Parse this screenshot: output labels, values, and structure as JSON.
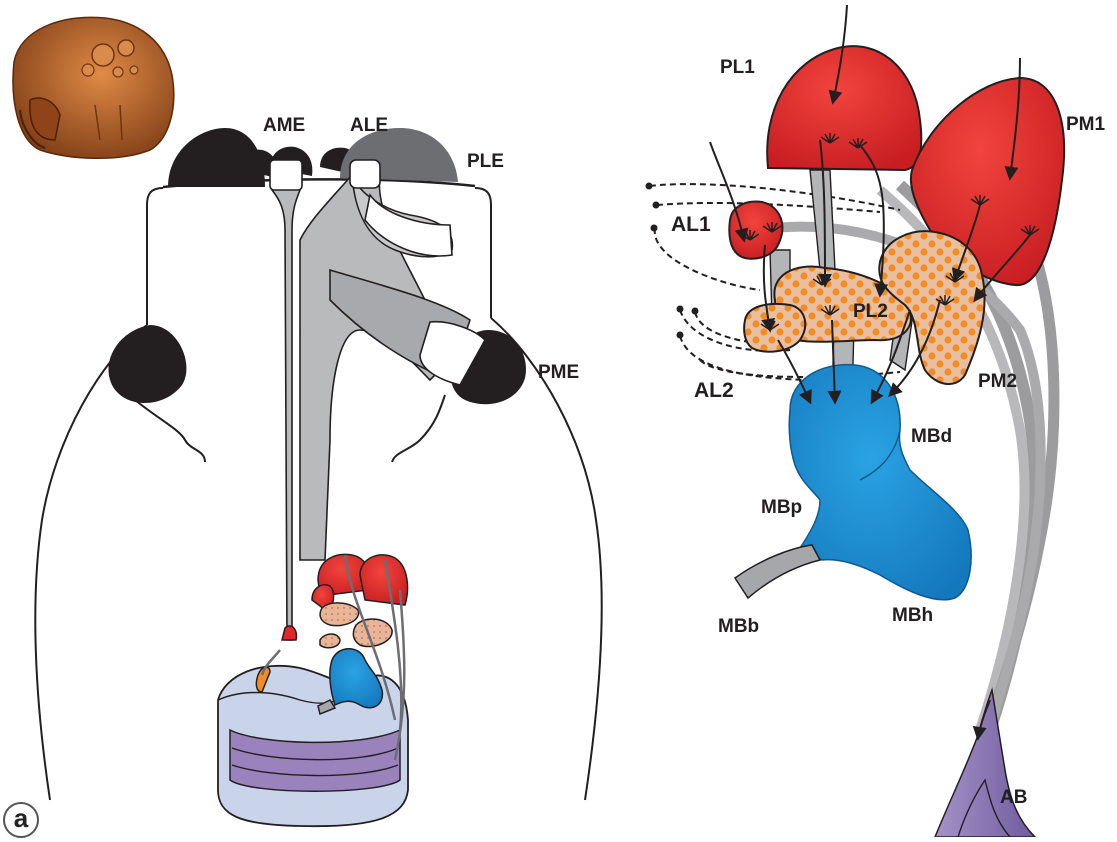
{
  "panel_label": "a",
  "left_labels": {
    "ame": "AME",
    "ale": "ALE",
    "ple": "PLE",
    "pme": "PME"
  },
  "right_labels": {
    "pl1": "PL1",
    "pm1": "PM1",
    "al1": "AL1",
    "pl2": "PL2",
    "al2": "AL2",
    "pm2": "PM2",
    "mbd": "MBd",
    "mbp": "MBp",
    "mbb": "MBb",
    "mbh": "MBh",
    "ab": "AB"
  },
  "colors": {
    "eye": "#231f20",
    "neuropil_primary": "#e3262b",
    "neuropil_secondary": "#e8a87c",
    "secondary_dots": "#f28c28",
    "mushroom_body": "#1b8fd2",
    "arcuate_body": "#8b77b3",
    "tract": "#b5b5b7",
    "brain_mass": "#c9d4ea",
    "specimen": "#b5682e"
  }
}
